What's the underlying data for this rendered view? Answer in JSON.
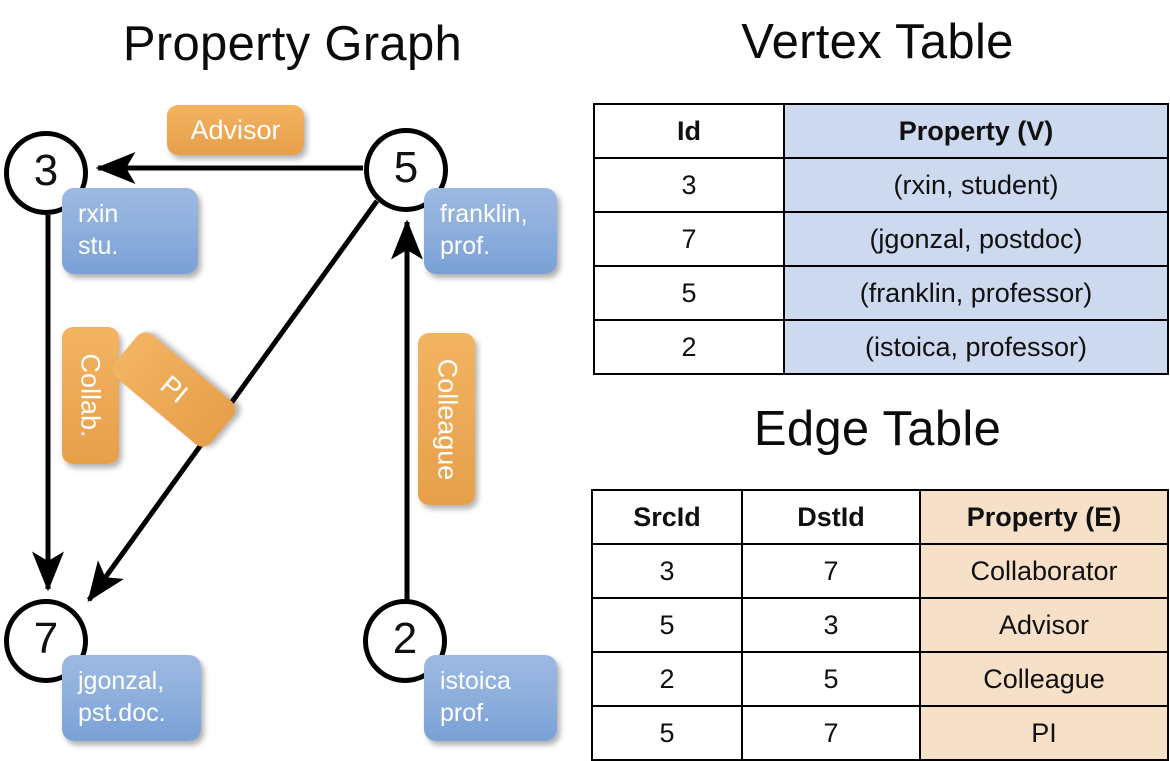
{
  "titles": {
    "property_graph": "Property Graph",
    "vertex_table": "Vertex Table",
    "edge_table": "Edge Table"
  },
  "colors": {
    "node_fill": "#ffffff",
    "node_stroke": "#000000",
    "vertex_property_cell": "#ccd9ee",
    "edge_property_cell": "#f7e0c8",
    "property_box_blue": "#8fb0dd",
    "label_box_orange": "#eeab58",
    "edge_line": "#000000",
    "background": "#ffffff"
  },
  "graph": {
    "nodes": [
      {
        "id": "3",
        "property_line1": "rxin",
        "property_line2": "stu."
      },
      {
        "id": "5",
        "property_line1": "franklin,",
        "property_line2": "prof."
      },
      {
        "id": "7",
        "property_line1": "jgonzal,",
        "property_line2": "pst.doc."
      },
      {
        "id": "2",
        "property_line1": "istoica",
        "property_line2": "prof."
      }
    ],
    "edge_labels": [
      {
        "name": "advisor",
        "text": "Advisor"
      },
      {
        "name": "collab",
        "text": "Collab."
      },
      {
        "name": "pi",
        "text": "PI"
      },
      {
        "name": "colleague",
        "text": "Colleague"
      }
    ],
    "edges": [
      {
        "from": "5",
        "to": "3",
        "label": "Advisor"
      },
      {
        "from": "3",
        "to": "7",
        "label": "Collab."
      },
      {
        "from": "5",
        "to": "7",
        "label": "PI"
      },
      {
        "from": "2",
        "to": "5",
        "label": "Colleague"
      }
    ]
  },
  "vertex_table": {
    "headers": [
      "Id",
      "Property (V)"
    ],
    "rows": [
      {
        "id": "3",
        "property": "(rxin, student)"
      },
      {
        "id": "7",
        "property": "(jgonzal, postdoc)"
      },
      {
        "id": "5",
        "property": "(franklin, professor)"
      },
      {
        "id": "2",
        "property": "(istoica, professor)"
      }
    ]
  },
  "edge_table": {
    "headers": [
      "SrcId",
      "DstId",
      "Property (E)"
    ],
    "rows": [
      {
        "src": "3",
        "dst": "7",
        "property": "Collaborator"
      },
      {
        "src": "5",
        "dst": "3",
        "property": "Advisor"
      },
      {
        "src": "2",
        "dst": "5",
        "property": "Colleague"
      },
      {
        "src": "5",
        "dst": "7",
        "property": "PI"
      }
    ]
  }
}
